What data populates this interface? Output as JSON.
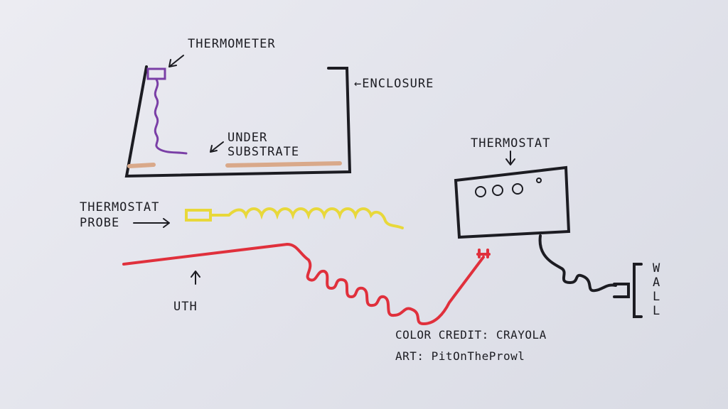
{
  "labels": {
    "thermometer": "THERMOMETER",
    "enclosure": "←ENCLOSURE",
    "under_substrate_1": "UNDER",
    "under_substrate_2": "SUBSTRATE",
    "thermostat": "THERMOSTAT",
    "probe_1": "THERMOSTAT",
    "probe_2": "PROBE",
    "uth": "UTH",
    "wall": [
      "W",
      "A",
      "L",
      "L"
    ]
  },
  "credits": {
    "color": "COLOR CREDIT: CRAYOLA",
    "art": "ART: PitOnTheProwl"
  },
  "colors": {
    "paper": "#e6e7ee",
    "ink": "#1c1c22",
    "thermometer": "#7a3fa6",
    "thermostat_probe": "#e8d83a",
    "uth": "#e0303c",
    "substrate": "#d9a98a"
  }
}
